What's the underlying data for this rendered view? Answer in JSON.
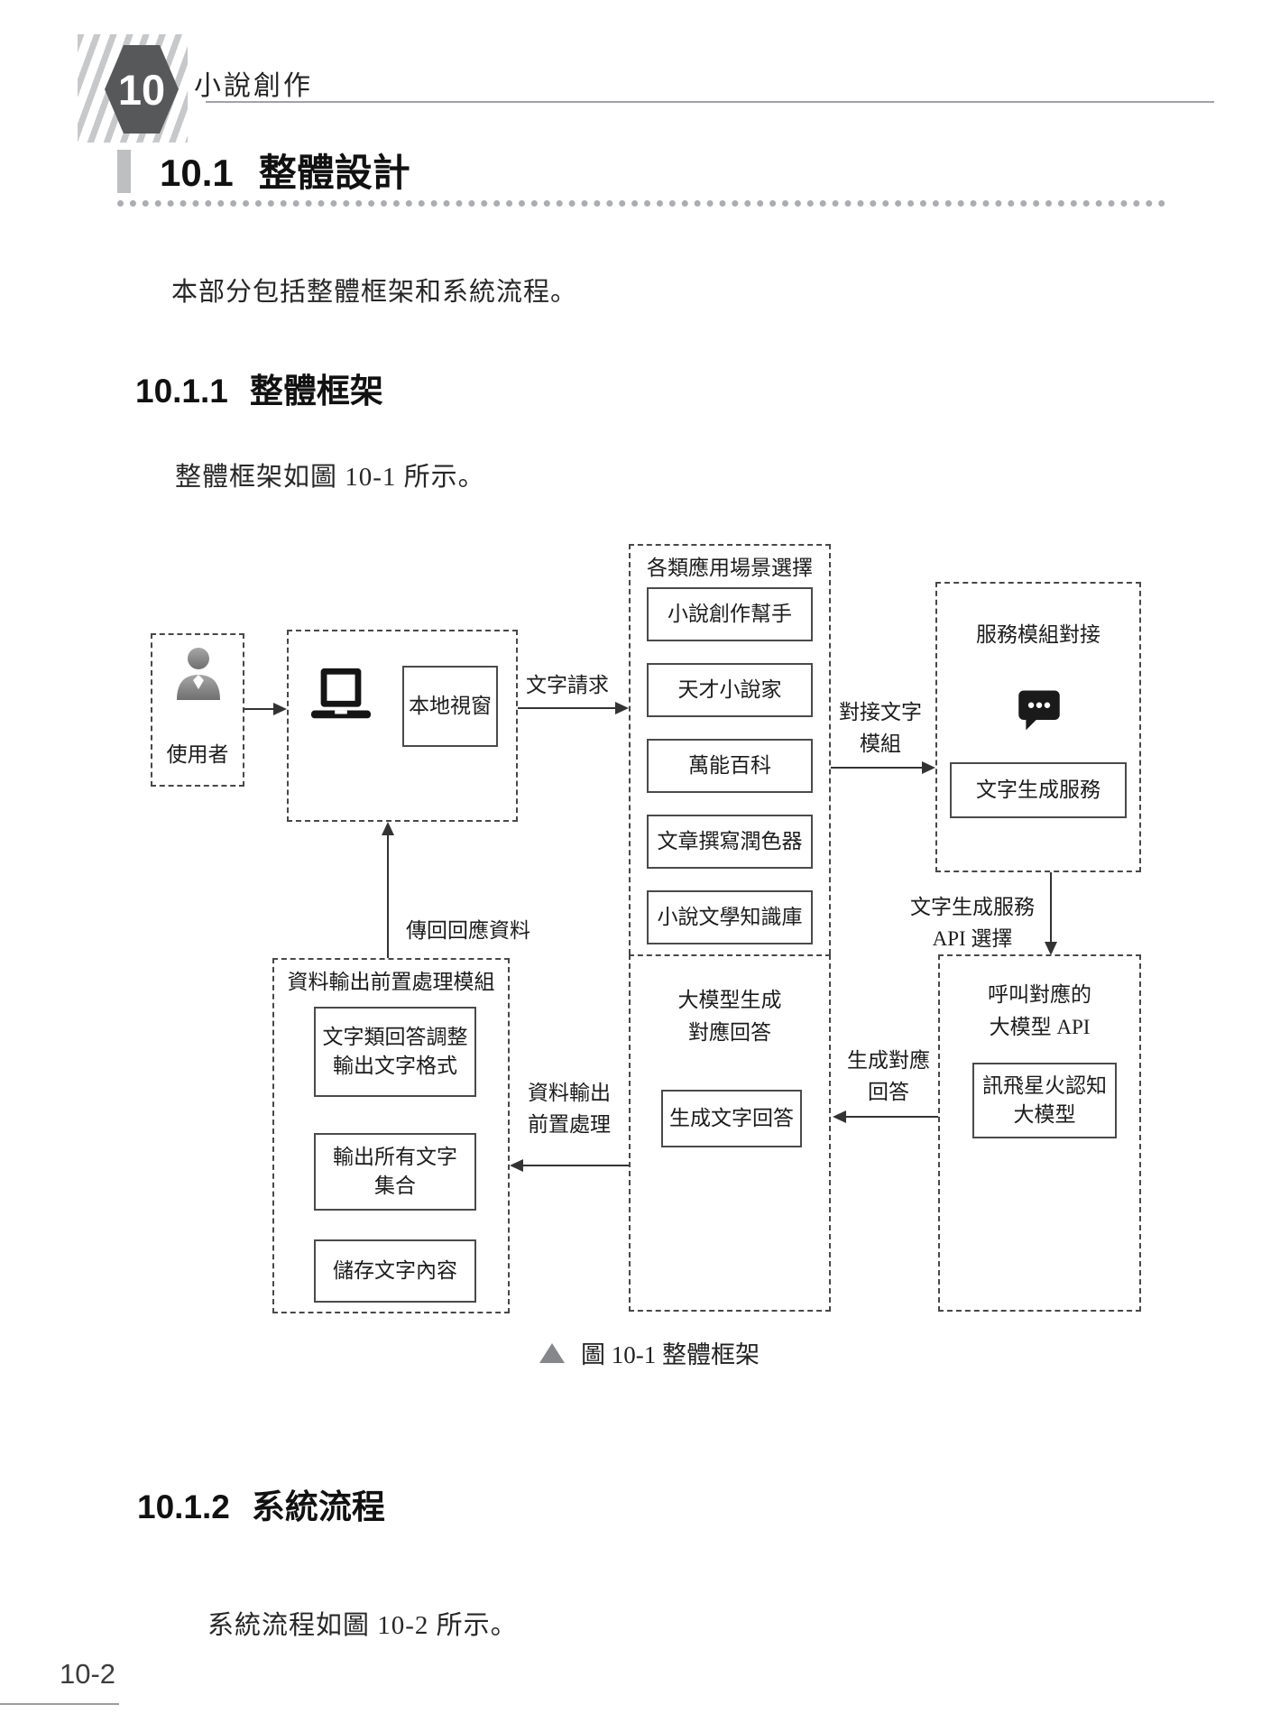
{
  "header": {
    "chapter_number": "10",
    "chapter_title": "小說創作"
  },
  "sections": {
    "s101": {
      "number": "10.1",
      "title": "整體設計",
      "intro": "本部分包括整體框架和系統流程。"
    },
    "s1011": {
      "number": "10.1.1",
      "title": "整體框架",
      "intro": "整體框架如圖 10-1 所示。"
    },
    "s1012": {
      "number": "10.1.2",
      "title": "系統流程",
      "intro": "系統流程如圖 10-2 所示。"
    }
  },
  "figure": {
    "caption": {
      "marker": "triangle-up-icon",
      "text": "圖 10-1  整體框架"
    },
    "icons": {
      "user": "person-silhouette",
      "local": "laptop",
      "service": "chat-bubble"
    },
    "nodes": {
      "user": {
        "label": "使用者"
      },
      "local": {
        "window_label": "本地視窗"
      },
      "scene": {
        "title": "各類應用場景選擇",
        "items": [
          "小說創作幫手",
          "天才小說家",
          "萬能百科",
          "文章撰寫潤色器",
          "小說文學知識庫"
        ]
      },
      "service": {
        "title": "服務模組對接",
        "box": "文字生成服務"
      },
      "api": {
        "title_line1": "呼叫對應的",
        "title_line2": "大模型 API",
        "box_line1": "訊飛星火認知",
        "box_line2": "大模型"
      },
      "llm": {
        "title_line1": "大模型生成",
        "title_line2": "對應回答",
        "box": "生成文字回答"
      },
      "output": {
        "title": "資料輸出前置處理模組",
        "box1_line1": "文字類回答調整",
        "box1_line2": "輸出文字格式",
        "box2_line1": "輸出所有文字",
        "box2_line2": "集合",
        "box3": "儲存文字內容"
      }
    },
    "edges": {
      "text_request": "文字請求",
      "connect_line1": "對接文字",
      "connect_line2": "模組",
      "api_select_line1": "文字生成服務",
      "api_select_line2": "API 選擇",
      "gen_line1": "生成對應",
      "gen_line2": "回答",
      "preprocess_line1": "資料輸出",
      "preprocess_line2": "前置處理",
      "return_data": "傳回回應資料"
    }
  },
  "page": {
    "number": "10-2"
  }
}
